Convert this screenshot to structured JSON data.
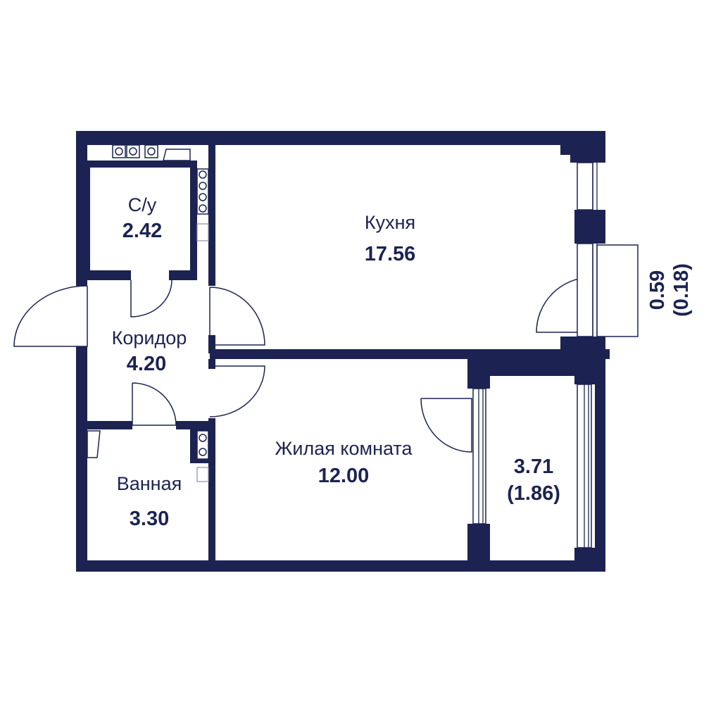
{
  "rooms": {
    "bathroom_small": {
      "label": "С/у",
      "area": "2.42"
    },
    "kitchen": {
      "label": "Кухня",
      "area": "17.56"
    },
    "corridor": {
      "label": "Коридор",
      "area": "4.20"
    },
    "living_room": {
      "label": "Жилая комната",
      "area": "12.00"
    },
    "bathroom": {
      "label": "Ванная",
      "area": "3.30"
    },
    "loggia": {
      "area": "3.71",
      "area_reduced": "(1.86)"
    },
    "balcony": {
      "area": "0.59",
      "area_reduced": "(0.18)"
    }
  },
  "colors": {
    "wall": "#1c2352",
    "background": "#ffffff"
  }
}
